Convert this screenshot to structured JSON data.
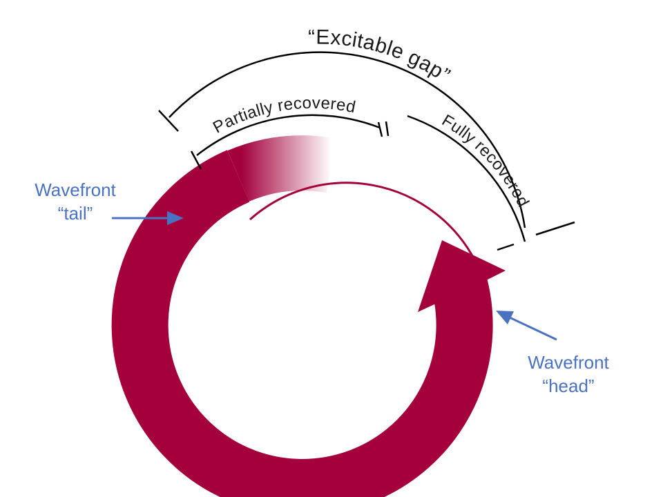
{
  "labels": {
    "excitable_gap": "“Excitable gap”",
    "partially_recovered": "Partially recovered",
    "fully_recovered": "Fully recovered",
    "tail": {
      "line1": "Wavefront",
      "line2": "“tail”"
    },
    "head": {
      "line1": "Wavefront",
      "line2": "“head”"
    }
  },
  "colors": {
    "wavefront": "#a3003c",
    "bracket": "#000000",
    "label_text": "#1a1a1a",
    "pointer_blue": "#4a72c0",
    "background": "#ffffff"
  }
}
